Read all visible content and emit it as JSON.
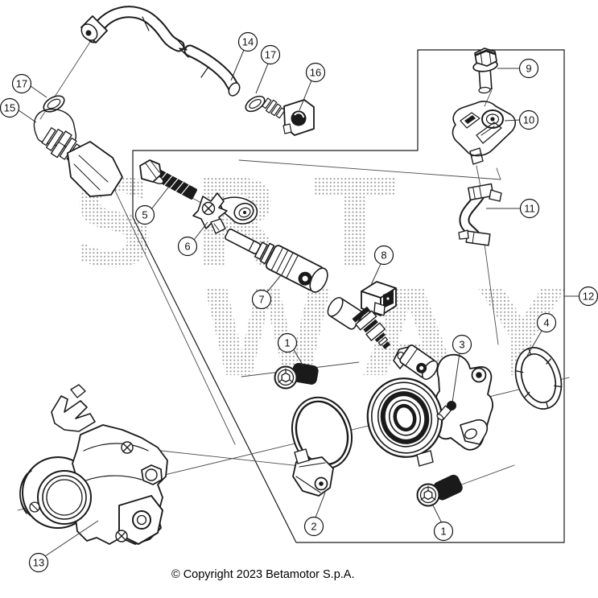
{
  "footer": {
    "copyright": "© Copyright 2023 Betamotor S.p.A."
  },
  "watermark": {
    "row1": "SRT",
    "row2": "WAY"
  },
  "colors": {
    "line": "#1a1a1a",
    "background": "#ffffff",
    "watermark_dot": "#2f2f2f"
  },
  "callouts": {
    "c17a": "17",
    "c15": "15",
    "c14": "14",
    "c17b": "17",
    "c16": "16",
    "c9": "9",
    "c10": "10",
    "c11": "11",
    "c5": "5",
    "c6": "6",
    "c7": "7",
    "c8": "8",
    "c12": "12",
    "c4": "4",
    "c3": "3",
    "c1a": "1",
    "c1b": "1",
    "c2": "2",
    "c13": "13"
  }
}
